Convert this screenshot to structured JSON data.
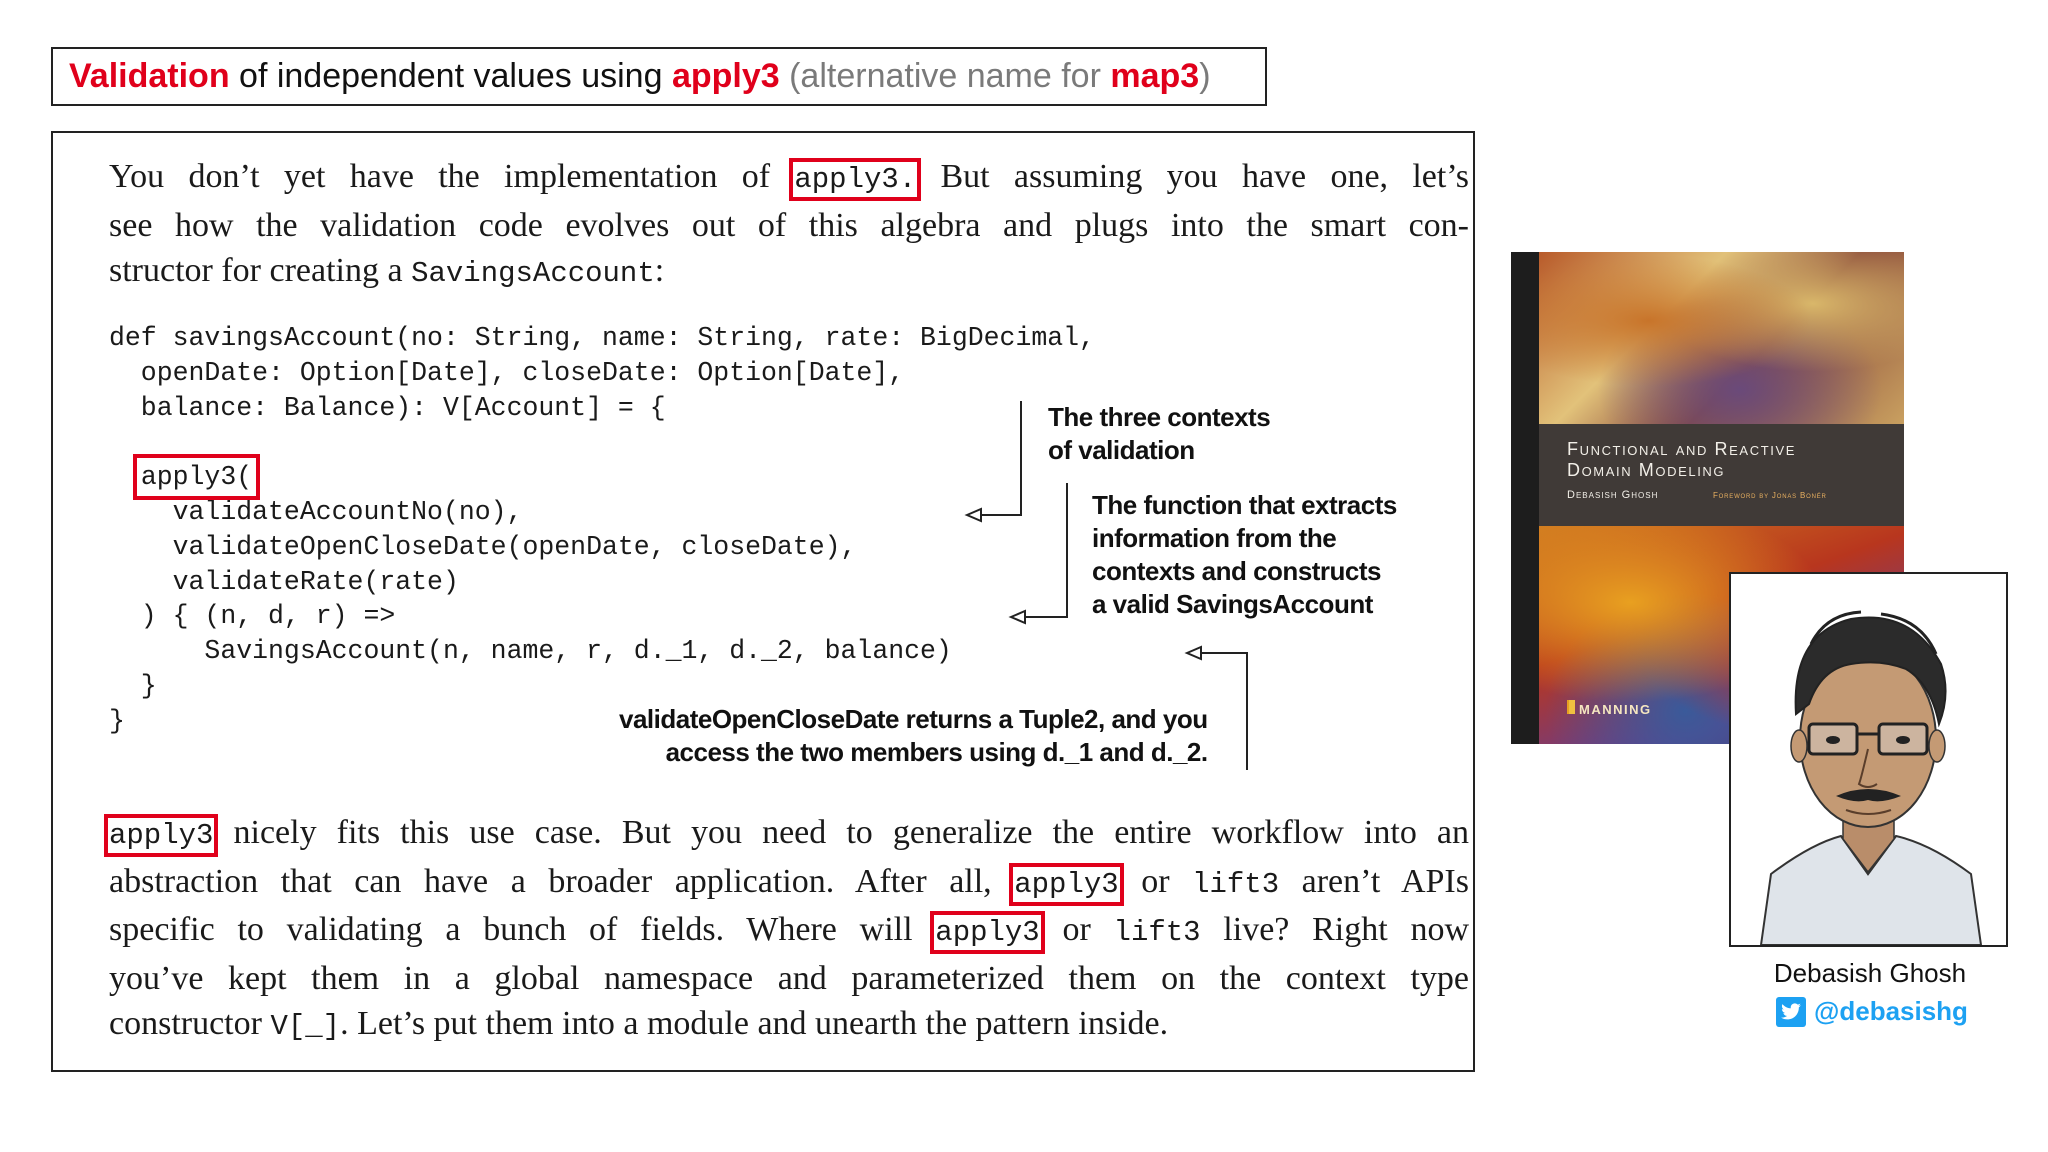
{
  "title": {
    "part1": "Validation",
    "part2": " of independent values using ",
    "part3": "apply3",
    "part4": " (alternative name for ",
    "part5": "map3",
    "part6": ")"
  },
  "intro": {
    "l1a": "You don’t yet have the implementation of ",
    "l1code": "apply3.",
    "l1b": " But assuming you have one, let’s",
    "l2": "see how the validation code evolves out of this algebra and plugs into the smart con-",
    "l3a": "structor for creating a ",
    "l3code": "SavingsAccount",
    "l3b": ":"
  },
  "code": {
    "line1": "def savingsAccount(no: String, name: String, rate: BigDecimal,",
    "line2": "  openDate: Option[Date], closeDate: Option[Date],",
    "line3": "  balance: Balance): V[Account] = {",
    "line4": "",
    "line5_indent": "  ",
    "line5": "apply3(",
    "line6": "    validateAccountNo(no),",
    "line7": "    validateOpenCloseDate(openDate, closeDate),",
    "line8": "    validateRate(rate)",
    "line9": "  ) { (n, d, r) =>",
    "line10": "      SavingsAccount(n, name, r, d._1, d._2, balance)",
    "line11": "  }",
    "line12": "}"
  },
  "annotations": {
    "contexts_l1": "The three contexts",
    "contexts_l2": "of validation",
    "func_l1": "The function that extracts",
    "func_l2": "information from the",
    "func_l3": "contexts and constructs",
    "func_l4": "a valid SavingsAccount",
    "tuple_l1": "validateOpenCloseDate returns a Tuple2, and you",
    "tuple_l2": "access the two members using d._1 and d._2."
  },
  "outro": {
    "l1code": "apply3",
    "l1": " nicely fits this use case. But you need to generalize the entire workflow into an",
    "l2a": "abstraction that can have a broader application. After all, ",
    "l2code": "apply3",
    "l2b": " or ",
    "l2code2": "lift3",
    "l2c": " aren’t APIs",
    "l3a": "specific to validating a bunch of fields. Where will ",
    "l3code": "apply3",
    "l3b": " or ",
    "l3code2": "lift3",
    "l3c": " live? Right now",
    "l4": "you’ve kept them in a global namespace and parameterized them on the context type",
    "l5a": "constructor ",
    "l5code": "V[_]",
    "l5b": ". Let’s put them into a module and unearth the pattern inside."
  },
  "book": {
    "title_line1": "Functional and Reactive",
    "title_line2": "Domain Modeling",
    "author": "Debasish Ghosh",
    "foreword": "Foreword by Jonas Bonér",
    "publisher": "MANNING"
  },
  "author_card": {
    "name": "Debasish Ghosh",
    "twitter": "@debasishg"
  },
  "colors": {
    "highlight": "#e0001b",
    "twitter": "#1da1f2"
  }
}
